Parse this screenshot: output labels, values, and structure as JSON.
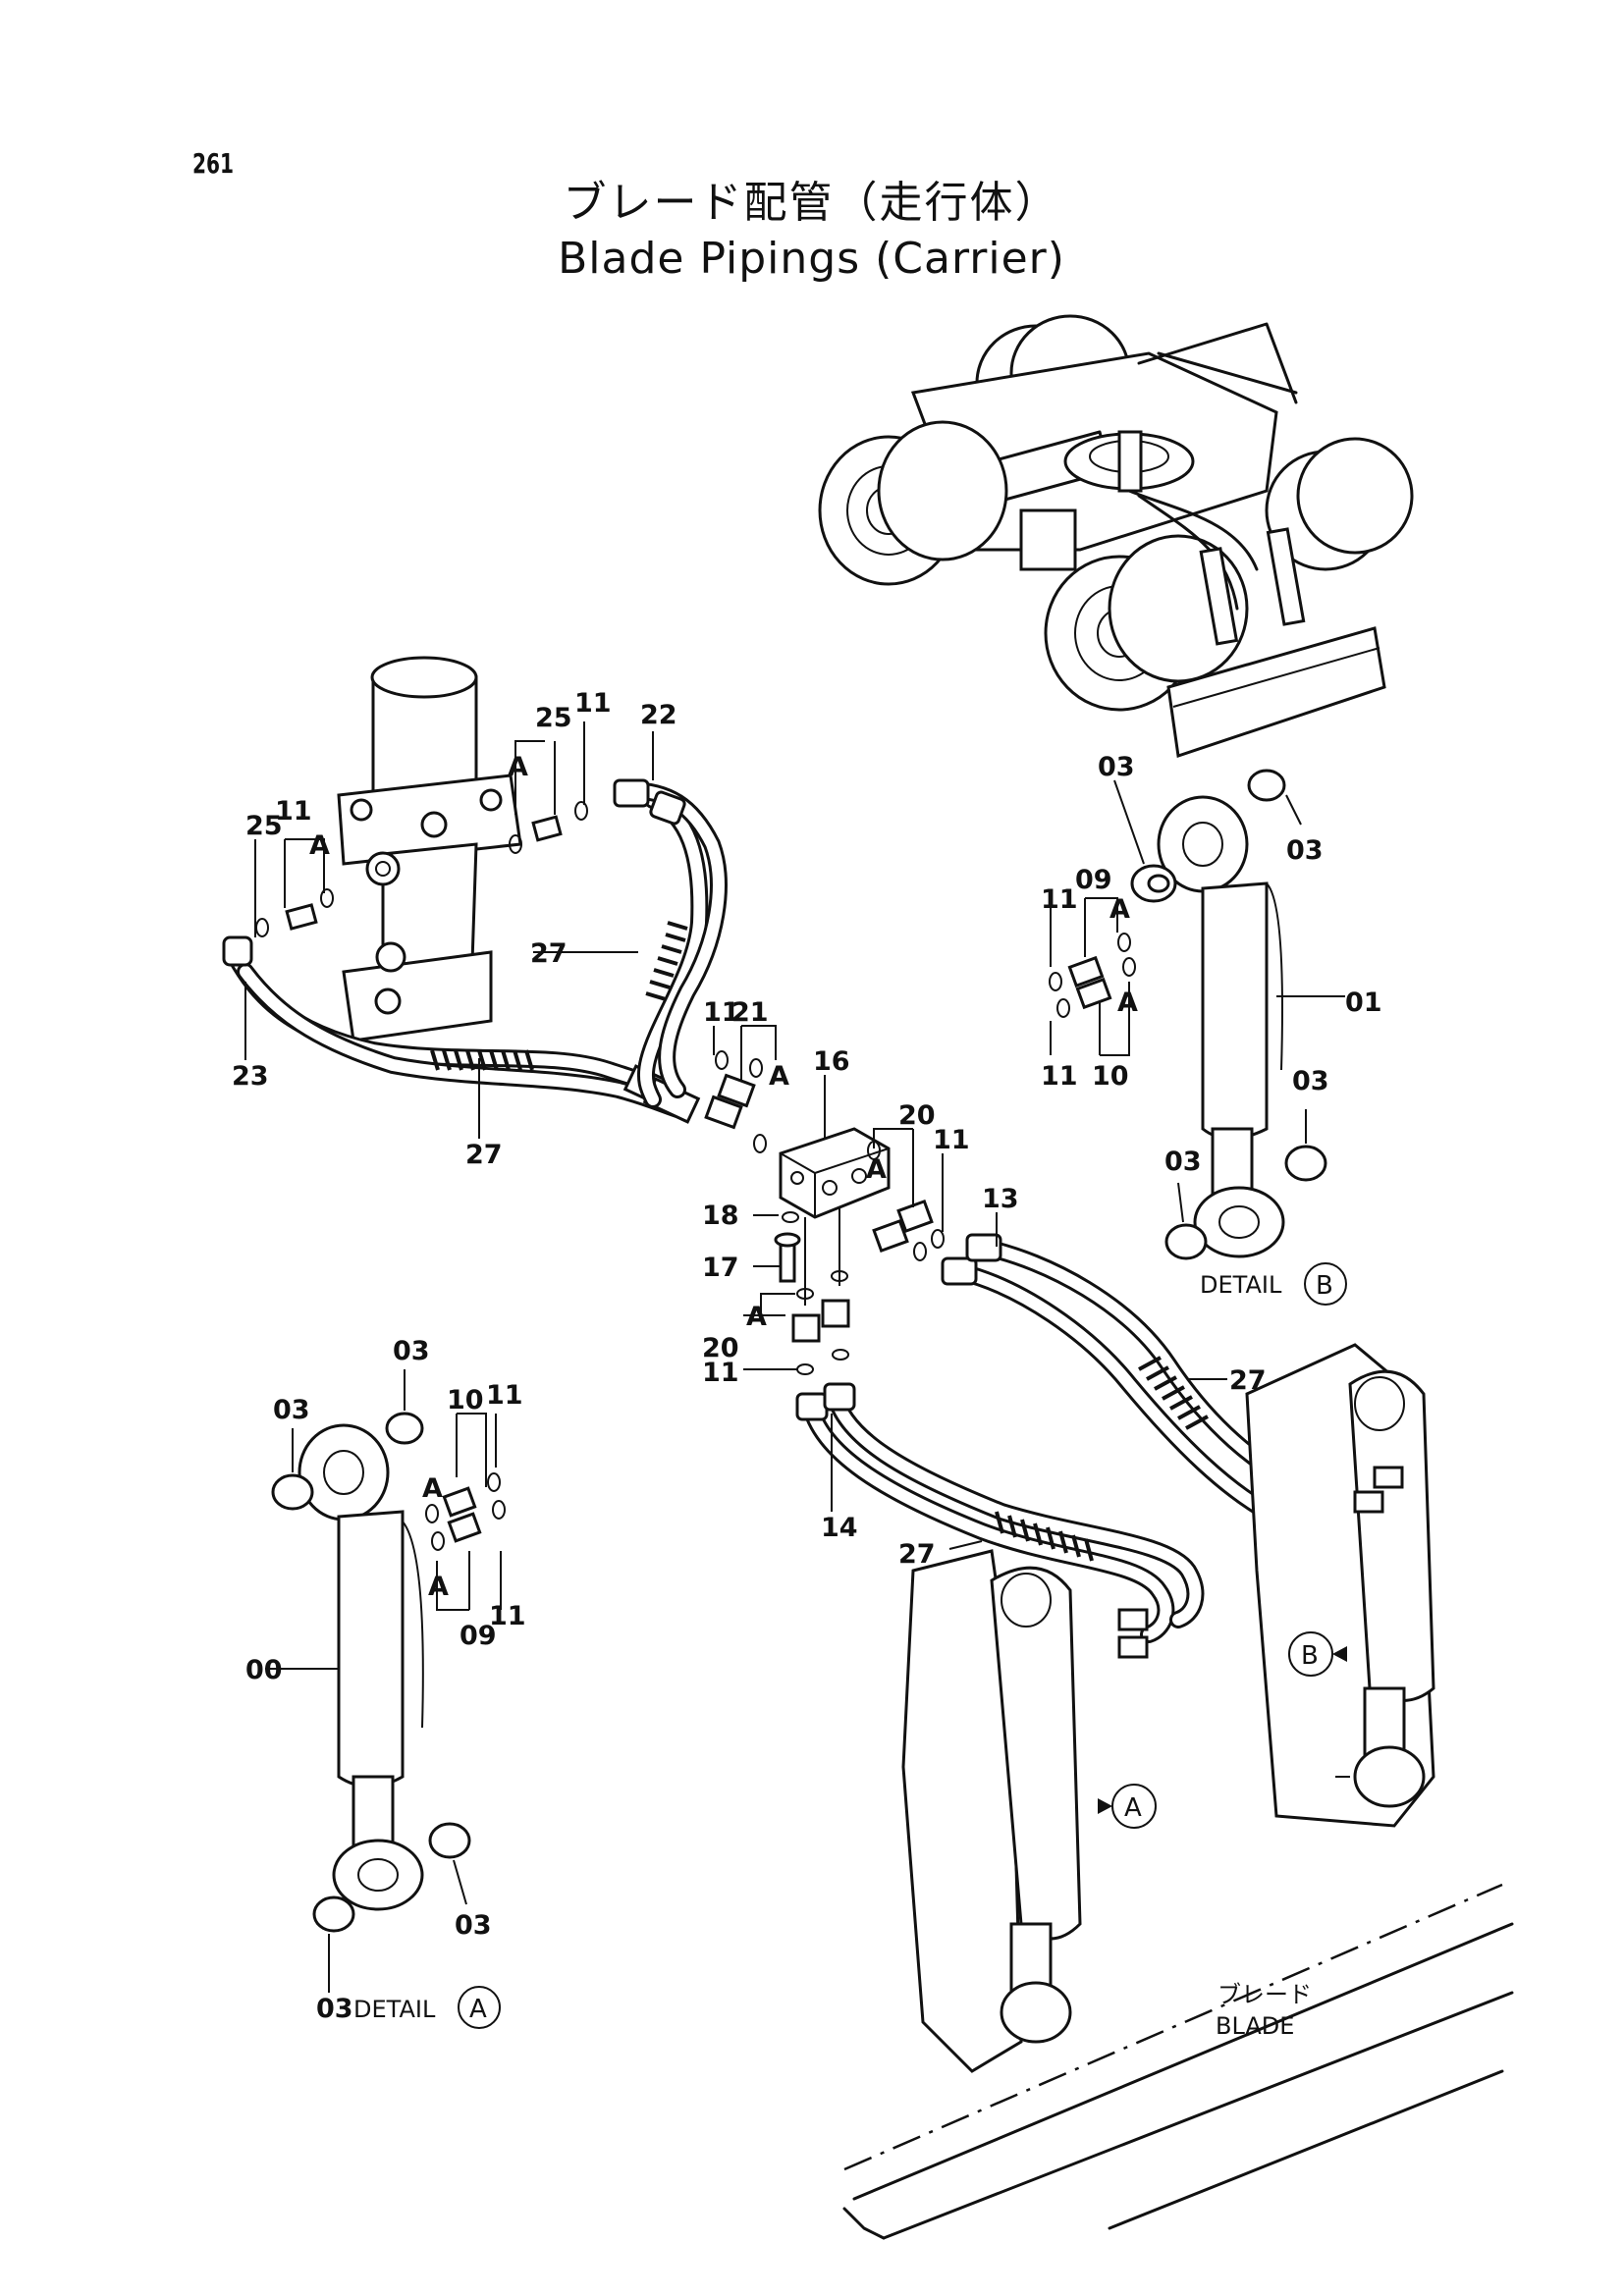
{
  "page": {
    "page_number": "261",
    "title_jp": "ブレード配管（走行体）",
    "title_en": "Blade Pipings (Carrier)"
  },
  "details": {
    "detail_a_label": "DETAIL",
    "detail_a_letter": "A",
    "detail_b_label": "DETAIL",
    "detail_b_letter": "B"
  },
  "blade": {
    "label_jp": "ブレード",
    "label_en": "BLADE"
  },
  "markers": {
    "a": "A",
    "b": "B"
  },
  "callouts": [
    {
      "id": "c-25a",
      "text": "25"
    },
    {
      "id": "c-11a",
      "text": "11"
    },
    {
      "id": "c-22",
      "text": "22"
    },
    {
      "id": "c-11b",
      "text": "11"
    },
    {
      "id": "c-25b",
      "text": "25"
    },
    {
      "id": "c-27a",
      "text": "27"
    },
    {
      "id": "c-23",
      "text": "23"
    },
    {
      "id": "c-27b",
      "text": "27"
    },
    {
      "id": "c-11c",
      "text": "11"
    },
    {
      "id": "c-21",
      "text": "21"
    },
    {
      "id": "c-16",
      "text": "16"
    },
    {
      "id": "c-20a",
      "text": "20"
    },
    {
      "id": "c-11d",
      "text": "11"
    },
    {
      "id": "c-18",
      "text": "18"
    },
    {
      "id": "c-17",
      "text": "17"
    },
    {
      "id": "c-13",
      "text": "13"
    },
    {
      "id": "c-20b",
      "text": "20"
    },
    {
      "id": "c-11e",
      "text": "11"
    },
    {
      "id": "c-14",
      "text": "14"
    },
    {
      "id": "c-27c",
      "text": "27"
    },
    {
      "id": "c-27d",
      "text": "27"
    },
    {
      "id": "c-03a",
      "text": "03"
    },
    {
      "id": "c-03b",
      "text": "03"
    },
    {
      "id": "c-09a",
      "text": "09"
    },
    {
      "id": "c-11f",
      "text": "11"
    },
    {
      "id": "c-01",
      "text": "01"
    },
    {
      "id": "c-11g",
      "text": "11"
    },
    {
      "id": "c-10a",
      "text": "10"
    },
    {
      "id": "c-03c",
      "text": "03"
    },
    {
      "id": "c-03d",
      "text": "03"
    },
    {
      "id": "c-03e",
      "text": "03"
    },
    {
      "id": "c-03f",
      "text": "03"
    },
    {
      "id": "c-10b",
      "text": "10"
    },
    {
      "id": "c-11h",
      "text": "11"
    },
    {
      "id": "c-09b",
      "text": "09"
    },
    {
      "id": "c-11i",
      "text": "11"
    },
    {
      "id": "c-00",
      "text": "00"
    },
    {
      "id": "c-03g",
      "text": "03"
    },
    {
      "id": "c-03h",
      "text": "03"
    }
  ],
  "group_letters": [
    {
      "id": "g-a1",
      "text": "A"
    },
    {
      "id": "g-a2",
      "text": "A"
    },
    {
      "id": "g-a3",
      "text": "A"
    },
    {
      "id": "g-a4",
      "text": "A"
    },
    {
      "id": "g-a5",
      "text": "A"
    },
    {
      "id": "g-a6",
      "text": "A"
    },
    {
      "id": "g-a7",
      "text": "A"
    },
    {
      "id": "g-a8",
      "text": "A"
    },
    {
      "id": "g-a9",
      "text": "A"
    },
    {
      "id": "g-a10",
      "text": "A"
    }
  ]
}
